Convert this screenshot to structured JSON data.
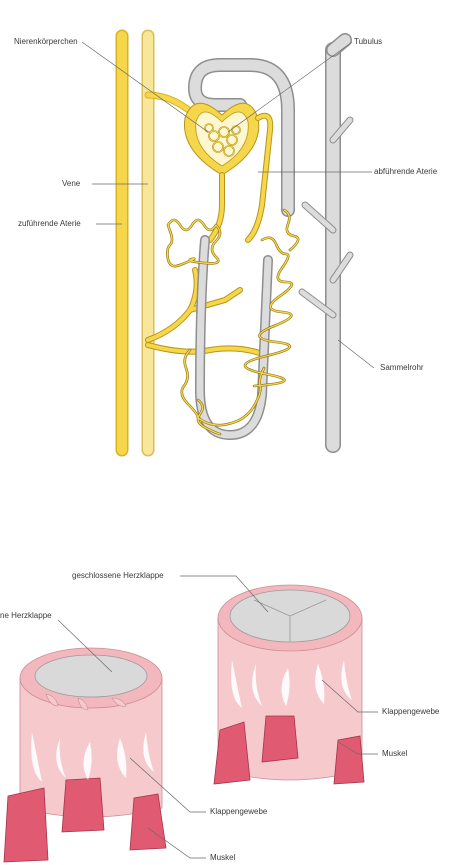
{
  "nephron": {
    "labels": {
      "renal_corpuscle": "Nierenkörperchen",
      "tubule": "Tubulus",
      "vein": "Vene",
      "efferent_artery": "abführende Aterie",
      "afferent_artery": "zuführende Aterie",
      "collecting_duct": "Sammelrohr"
    },
    "colors": {
      "vessel_yellow": "#f6d64a",
      "vessel_light": "#f8e79a",
      "tubule_gray": "#d8d8d8",
      "outline": "#9a9a9a"
    }
  },
  "heart_valves": {
    "labels": {
      "closed_valve": "geschlossene Herzklappe",
      "open_valve": "ne Herzklappe",
      "valve_tissue_right": "Klappengewebe",
      "muscle_right": "Muskel",
      "valve_tissue_left": "Klappengewebe",
      "muscle_left": "Muskel"
    },
    "colors": {
      "tissue_pink": "#f6c9cc",
      "tissue_dark": "#e9a6ab",
      "muscle": "#e05a72",
      "leaflet_gray": "#dcdcdc"
    }
  }
}
